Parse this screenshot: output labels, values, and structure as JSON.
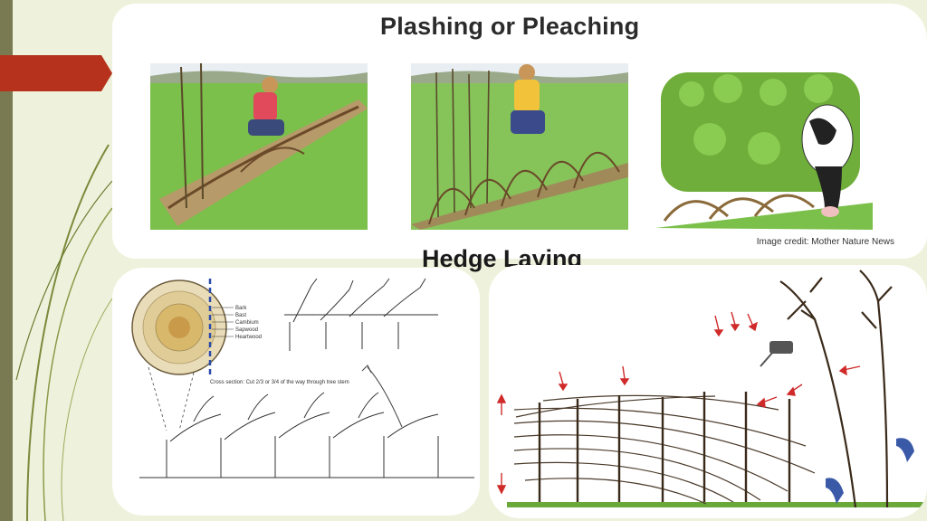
{
  "slide": {
    "title": "Plashing or Pleaching",
    "image_credit": "Image credit: Mother Nature News",
    "subtitle": "Hedge Laying"
  },
  "diagram": {
    "layers": [
      "Bark",
      "Bast",
      "Cambium",
      "Sapwood",
      "Heartwood"
    ],
    "cross_section_note": "Cross section: Cut 2/3 or 3/4 of the way through tree stem"
  },
  "colors": {
    "accent_red": "#b6321c",
    "sidebar_olive": "#7a7a52",
    "background": "#eef2dc"
  }
}
